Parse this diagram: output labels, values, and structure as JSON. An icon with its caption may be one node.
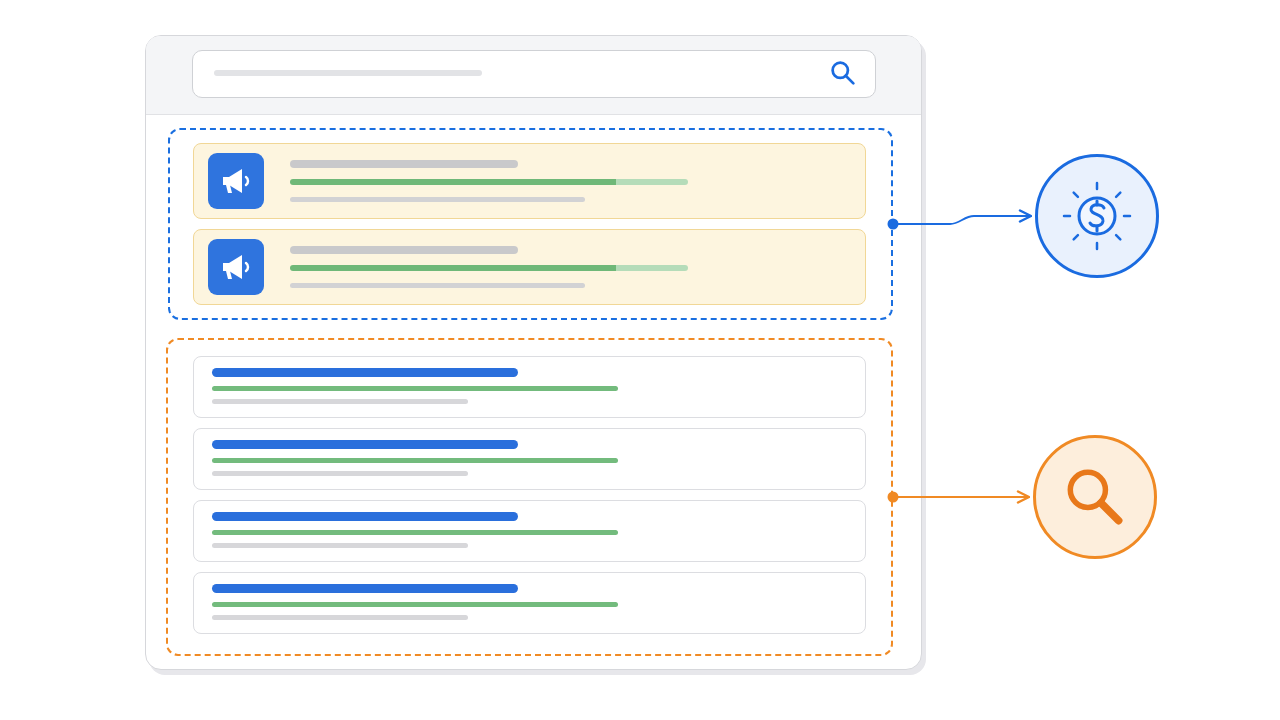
{
  "diagram": {
    "nodes": [
      {
        "text": [],
        "shape": "box"
      },
      {
        "text": [],
        "shape": "box",
        "in": 0
      },
      {
        "text": [],
        "shape": "box",
        "in": 0
      },
      {
        "text": [],
        "shape": "box",
        "in": 2
      },
      {
        "text": [],
        "shape": "box",
        "in": 2
      },
      {
        "text": [],
        "shape": "box",
        "in": 0
      },
      {
        "text": [],
        "shape": "box",
        "in": 5
      },
      {
        "text": [],
        "shape": "box",
        "in": 5
      },
      {
        "text": [],
        "shape": "box",
        "in": 5
      },
      {
        "text": [],
        "shape": "box",
        "in": 5
      },
      {
        "text": [],
        "shape": "circle"
      },
      {
        "text": [],
        "shape": "circle"
      }
    ],
    "edges": [
      {
        "from": 2,
        "to": 10,
        "arrow": "to",
        "color": "#1a6be0"
      },
      {
        "from": 5,
        "to": 11,
        "arrow": "to",
        "color": "#f08a24"
      }
    ]
  }
}
